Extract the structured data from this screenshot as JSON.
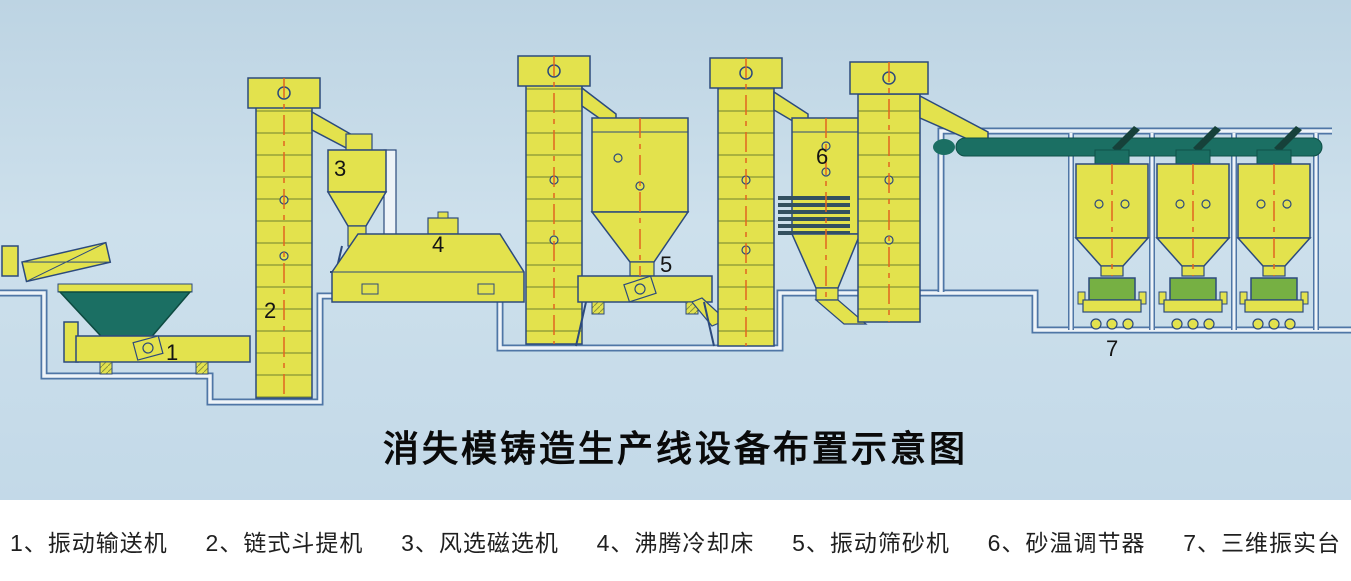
{
  "title": "消失模铸造生产线设备布置示意图",
  "equipment": [
    {
      "marker": "1",
      "label": "1、振动输送机"
    },
    {
      "marker": "2",
      "label": "2、链式斗提机"
    },
    {
      "marker": "3",
      "label": "3、风选磁选机"
    },
    {
      "marker": "4",
      "label": "4、沸腾冷却床"
    },
    {
      "marker": "5",
      "label": "5、振动筛砂机"
    },
    {
      "marker": "6",
      "label": "6、砂温调节器"
    },
    {
      "marker": "7",
      "label": "7、三维振实台"
    }
  ],
  "colors": {
    "background_blue": "#c6dbe9",
    "equipment_yellow": "#e3e24d",
    "hopper_teal": "#1b6f63",
    "table_green": "#76b043",
    "centerline_orange": "#e2641f",
    "outline_blue": "#2c4a7c",
    "pipe_blue": "#4f76a6"
  }
}
